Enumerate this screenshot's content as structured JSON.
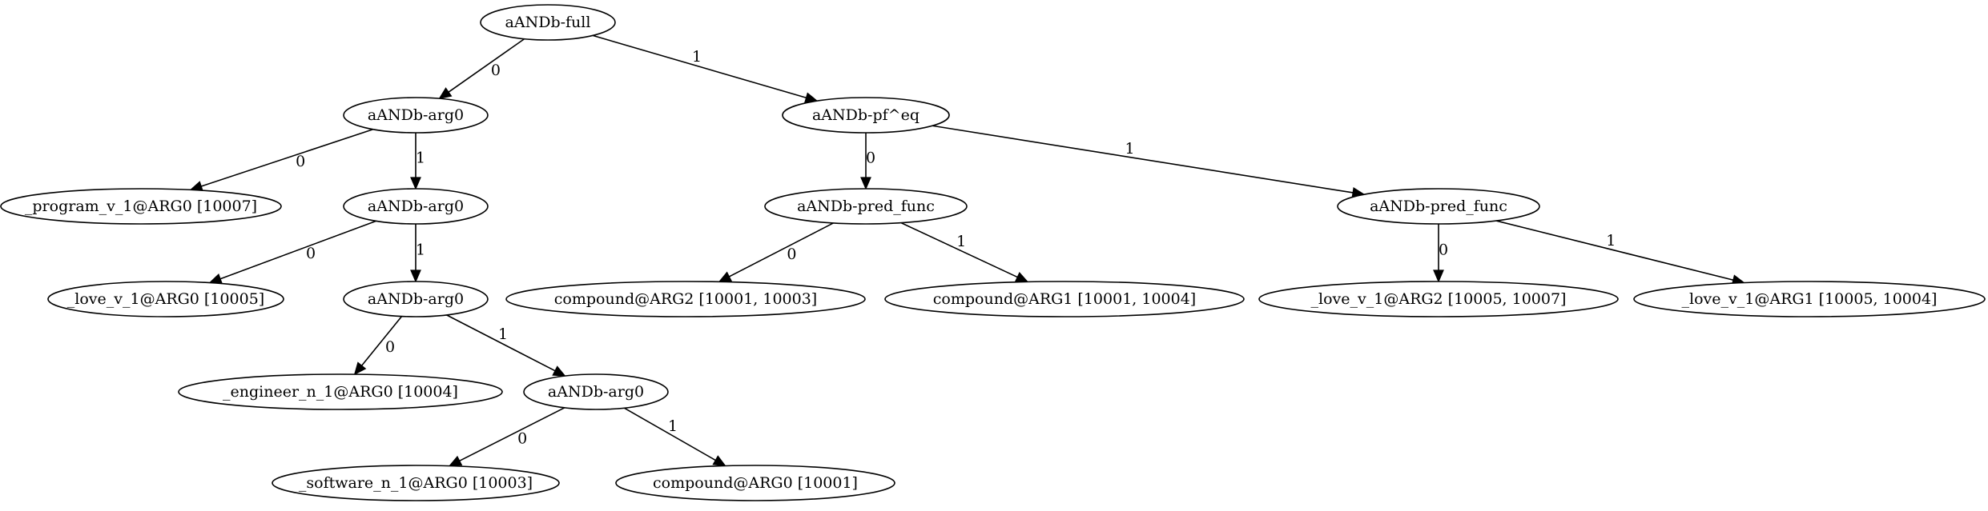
{
  "nodes": [
    {
      "id": "n0",
      "label": "aANDb-full"
    },
    {
      "id": "n1",
      "label": "aANDb-arg0"
    },
    {
      "id": "n2",
      "label": "aANDb-pf^eq"
    },
    {
      "id": "n3",
      "label": "_program_v_1@ARG0 [10007]"
    },
    {
      "id": "n4",
      "label": "aANDb-arg0"
    },
    {
      "id": "n5",
      "label": "_love_v_1@ARG0 [10005]"
    },
    {
      "id": "n6",
      "label": "aANDb-arg0"
    },
    {
      "id": "n7",
      "label": "_engineer_n_1@ARG0 [10004]"
    },
    {
      "id": "n8",
      "label": "aANDb-arg0"
    },
    {
      "id": "n9",
      "label": "_software_n_1@ARG0 [10003]"
    },
    {
      "id": "n10",
      "label": "compound@ARG0 [10001]"
    },
    {
      "id": "n11",
      "label": "aANDb-pred_func"
    },
    {
      "id": "n12",
      "label": "compound@ARG2 [10001, 10003]"
    },
    {
      "id": "n13",
      "label": "compound@ARG1 [10001, 10004]"
    },
    {
      "id": "n14",
      "label": "aANDb-pred_func"
    },
    {
      "id": "n15",
      "label": "_love_v_1@ARG2 [10005, 10007]"
    },
    {
      "id": "n16",
      "label": "_love_v_1@ARG1 [10005, 10004]"
    }
  ],
  "edges": [
    {
      "from": "n0",
      "to": "n1",
      "label": "0"
    },
    {
      "from": "n0",
      "to": "n2",
      "label": "1"
    },
    {
      "from": "n1",
      "to": "n3",
      "label": "0"
    },
    {
      "from": "n1",
      "to": "n4",
      "label": "1"
    },
    {
      "from": "n4",
      "to": "n5",
      "label": "0"
    },
    {
      "from": "n4",
      "to": "n6",
      "label": "1"
    },
    {
      "from": "n6",
      "to": "n7",
      "label": "0"
    },
    {
      "from": "n6",
      "to": "n8",
      "label": "1"
    },
    {
      "from": "n8",
      "to": "n9",
      "label": "0"
    },
    {
      "from": "n8",
      "to": "n10",
      "label": "1"
    },
    {
      "from": "n2",
      "to": "n11",
      "label": "0"
    },
    {
      "from": "n2",
      "to": "n14",
      "label": "1"
    },
    {
      "from": "n11",
      "to": "n12",
      "label": "0"
    },
    {
      "from": "n11",
      "to": "n13",
      "label": "1"
    },
    {
      "from": "n14",
      "to": "n15",
      "label": "0"
    },
    {
      "from": "n14",
      "to": "n16",
      "label": "1"
    }
  ]
}
